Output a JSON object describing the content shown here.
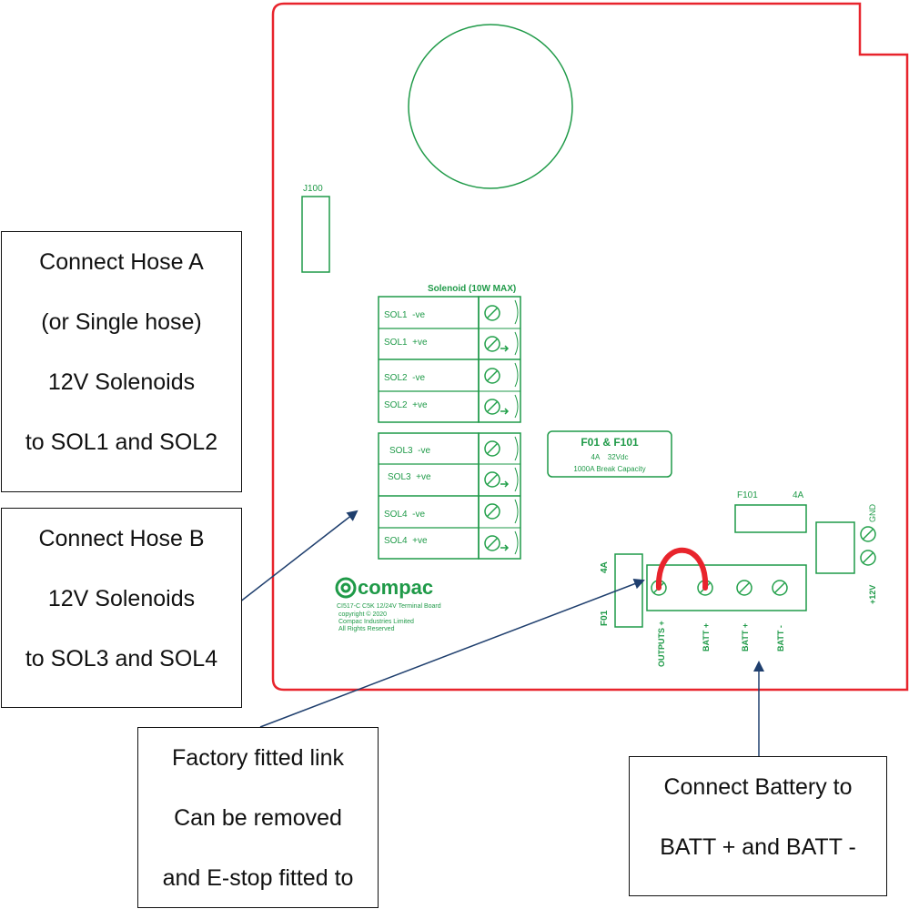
{
  "colors": {
    "board_outline": "#e8242c",
    "silkscreen": "#1f9a48",
    "terminal_green": "#22a04a",
    "link_wire": "#e8242c",
    "arrow": "#1f3f6e",
    "callout_border": "#111111"
  },
  "board": {
    "j100_label": "J100",
    "solenoid_header": "Solenoid (10W MAX)",
    "sol_terminals": [
      "SOL1  -ve",
      "SOL1  +ve",
      "SOL2  -ve",
      "SOL2  +ve",
      "SOL3  -ve",
      "SOL3  +ve",
      "SOL4  -ve",
      "SOL4  +ve"
    ],
    "fuse_info": {
      "title": "F01 & F101",
      "rating": "4A    32Vdc",
      "capacity": "1000A Break Capacity"
    },
    "f101_label": "F101",
    "f101_rating": "4A",
    "f01_rating": "4A",
    "f01_label": "F01",
    "power_terminals": [
      "OUTPUTS +",
      "BATT +",
      "BATT +",
      "BATT -"
    ],
    "gnd_label": "GND",
    "v12_label": "+12V",
    "logo_text": "compac",
    "board_info": [
      "CI517-C C5K 12/24V Terminal Board",
      "copyright © 2020",
      "Compac Industries Limited",
      "All Rights Reserved"
    ]
  },
  "callouts": {
    "hose_a": [
      "Connect Hose A",
      "(or Single hose)",
      "12V Solenoids",
      "to SOL1 and SOL2"
    ],
    "hose_b": [
      "Connect Hose B",
      "12V Solenoids",
      "to SOL3 and SOL4"
    ],
    "link": [
      "Factory fitted link",
      "Can be removed",
      "and E-stop fitted to"
    ],
    "battery": [
      "Connect Battery to",
      "BATT + and BATT -"
    ]
  }
}
